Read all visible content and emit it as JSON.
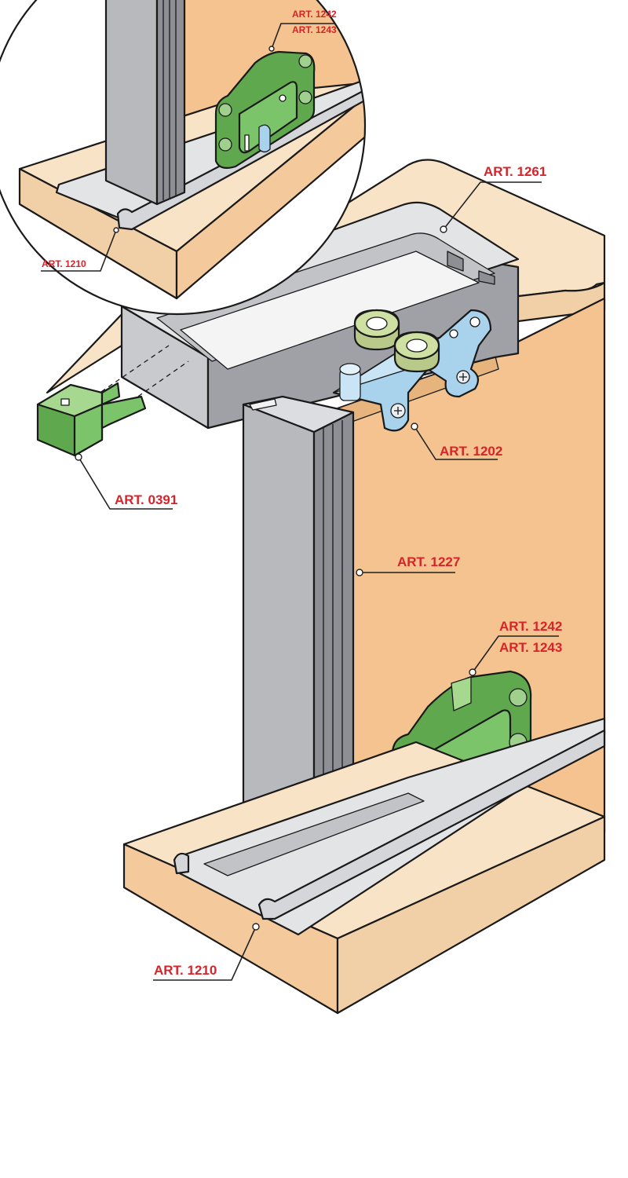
{
  "diagram": {
    "colors": {
      "panel": "#f4c38f",
      "wood_light": "#fbe6cc",
      "wood_top": "#f9e3c6",
      "aluminium": "#b8b9bd",
      "aluminium_light": "#d9dadd",
      "aluminium_dark": "#8d8f94",
      "plastic_green": "#7cc46a",
      "bracket_blue": "#a9d3ec",
      "label_red": "#d8232a",
      "line": "#1a1a1a"
    },
    "callouts": [
      {
        "id": "art-1261",
        "label": "ART. 1261"
      },
      {
        "id": "art-1202",
        "label": "ART. 1202"
      },
      {
        "id": "art-0391",
        "label": "ART. 0391"
      },
      {
        "id": "art-1227",
        "label": "ART. 1227"
      },
      {
        "id": "art-1242-1243",
        "label_a": "ART. 1242",
        "label_b": "ART. 1243"
      },
      {
        "id": "art-1210",
        "label": "ART. 1210"
      }
    ],
    "detail_callouts": [
      {
        "id": "detail-art-1242-1243",
        "label_a": "ART. 1242",
        "label_b": "ART. 1243"
      },
      {
        "id": "detail-art-1210",
        "label": "ART. 1210"
      }
    ]
  }
}
